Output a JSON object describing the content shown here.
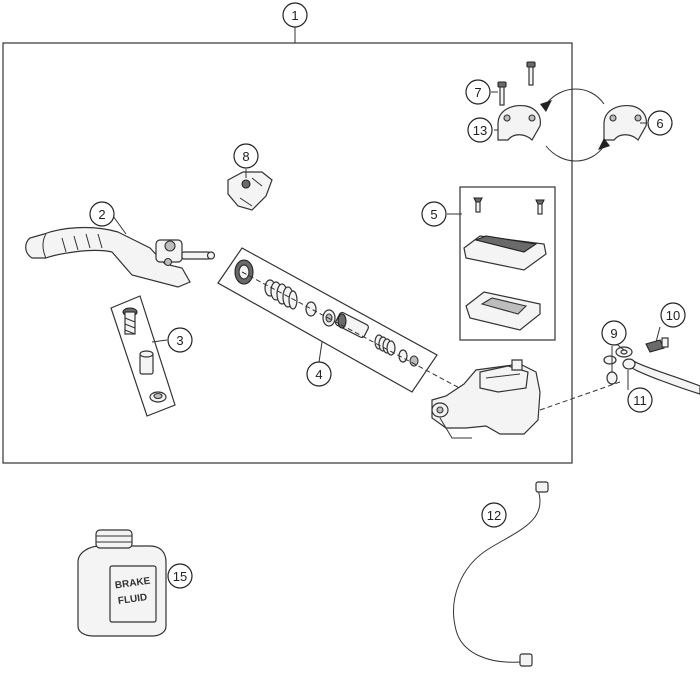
{
  "callouts": [
    {
      "id": "c1",
      "label": "1"
    },
    {
      "id": "c2",
      "label": "2"
    },
    {
      "id": "c3",
      "label": "3"
    },
    {
      "id": "c4",
      "label": "4"
    },
    {
      "id": "c5",
      "label": "5"
    },
    {
      "id": "c6",
      "label": "6"
    },
    {
      "id": "c7",
      "label": "7"
    },
    {
      "id": "c8",
      "label": "8"
    },
    {
      "id": "c9",
      "label": "9"
    },
    {
      "id": "c10",
      "label": "10"
    },
    {
      "id": "c11",
      "label": "11"
    },
    {
      "id": "c12",
      "label": "12"
    },
    {
      "id": "c13",
      "label": "13"
    },
    {
      "id": "c15",
      "label": "15"
    }
  ],
  "fluid_bottle": {
    "line1": "BRAKE",
    "line2": "FLUID"
  },
  "colors": {
    "stroke": "#333333",
    "fill": "#f4f4f4",
    "dark": "#6a6a6a"
  }
}
